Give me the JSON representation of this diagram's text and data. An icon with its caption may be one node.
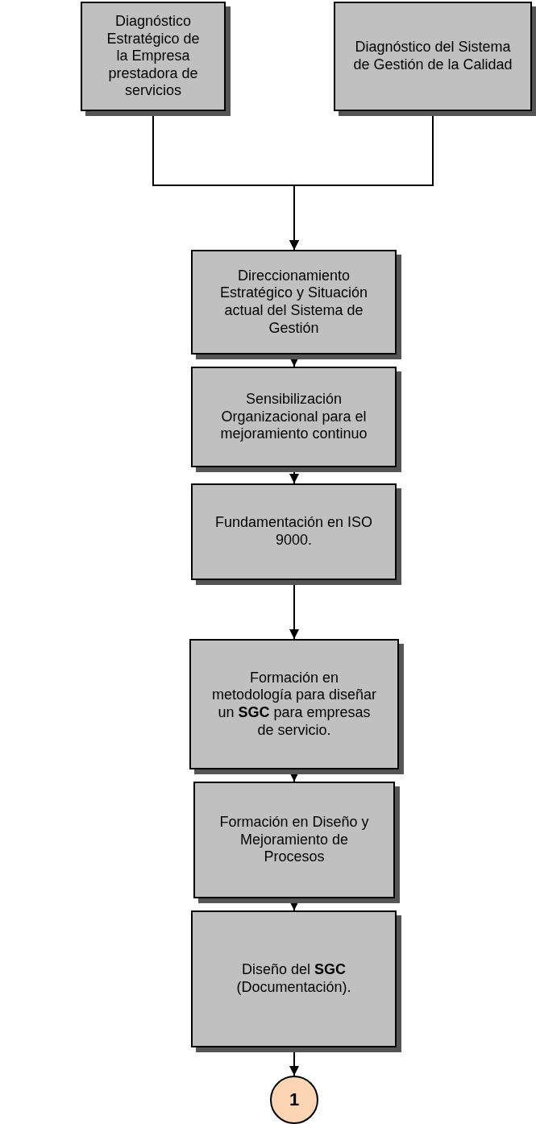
{
  "diagram": {
    "nodes": [
      {
        "text": [
          "Diagnóstico Estratégico de la Empresa prestadora de servicios"
        ]
      },
      {
        "text": [
          "Diagnóstico del Sistema de Gestión de la Calidad"
        ]
      },
      {
        "text": [
          "Direccionamiento Estratégico y Situación actual del Sistema de Gestión"
        ]
      },
      {
        "text": [
          "Sensibilización Organizacional para el mejoramiento continuo"
        ]
      },
      {
        "text": [
          "Fundamentación en ISO 9000."
        ]
      },
      {
        "text": [
          "Formación en metodología para diseñar un **SGC** para empresas de servicio."
        ]
      },
      {
        "text": [
          "Formación en Diseño y Mejoramiento de Procesos"
        ]
      },
      {
        "text": [
          "Diseño del **SGC** (Documentación)."
        ]
      },
      {
        "text": [
          "1"
        ]
      }
    ],
    "edges": [
      {
        "from": 0,
        "to": 2,
        "arrow": "to"
      },
      {
        "from": 1,
        "to": 2,
        "arrow": "to"
      },
      {
        "from": 2,
        "to": 3,
        "arrow": "to"
      },
      {
        "from": 3,
        "to": 4,
        "arrow": "to"
      },
      {
        "from": 4,
        "to": 5,
        "arrow": "to"
      },
      {
        "from": 5,
        "to": 6,
        "arrow": "to"
      },
      {
        "from": 6,
        "to": 7,
        "arrow": "to"
      },
      {
        "from": 7,
        "to": 8,
        "arrow": "to"
      }
    ]
  }
}
